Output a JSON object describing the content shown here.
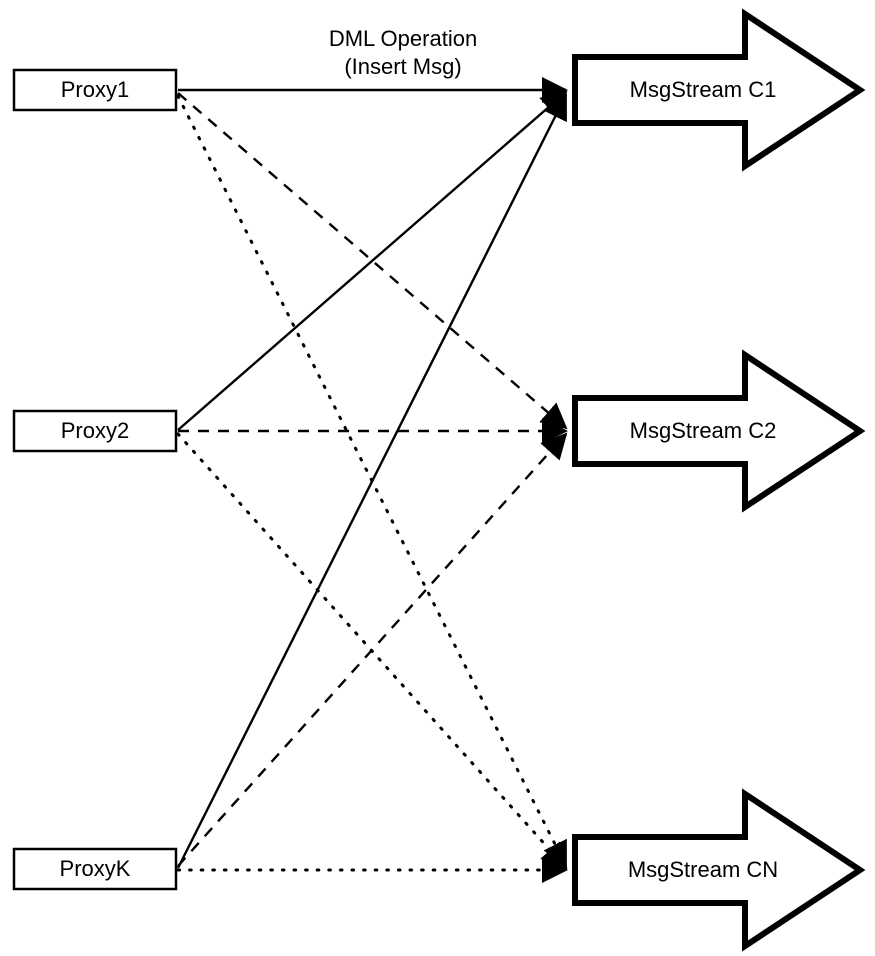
{
  "diagram": {
    "title": "Proxy to MsgStream routing diagram",
    "background_color": "#ffffff",
    "stroke_color": "#000000",
    "edge_label": {
      "line1": "DML Operation",
      "line2": "(Insert Msg)"
    },
    "proxies": [
      {
        "id": "proxy1",
        "label": "Proxy1"
      },
      {
        "id": "proxy2",
        "label": "Proxy2"
      },
      {
        "id": "proxyK",
        "label": "ProxyK"
      }
    ],
    "streams": [
      {
        "id": "c1",
        "label": "MsgStream C1",
        "line_style": "solid"
      },
      {
        "id": "c2",
        "label": "MsgStream C2",
        "line_style": "dashed"
      },
      {
        "id": "cn",
        "label": "MsgStream CN",
        "line_style": "dotted"
      }
    ],
    "connections": [
      {
        "from": "Proxy1",
        "to": "MsgStream C1",
        "style": "solid"
      },
      {
        "from": "Proxy1",
        "to": "MsgStream C2",
        "style": "dashed"
      },
      {
        "from": "Proxy1",
        "to": "MsgStream CN",
        "style": "dotted"
      },
      {
        "from": "Proxy2",
        "to": "MsgStream C1",
        "style": "solid"
      },
      {
        "from": "Proxy2",
        "to": "MsgStream C2",
        "style": "dashed"
      },
      {
        "from": "Proxy2",
        "to": "MsgStream CN",
        "style": "dotted"
      },
      {
        "from": "ProxyK",
        "to": "MsgStream C1",
        "style": "solid"
      },
      {
        "from": "ProxyK",
        "to": "MsgStream C2",
        "style": "dashed"
      },
      {
        "from": "ProxyK",
        "to": "MsgStream CN",
        "style": "dotted"
      }
    ]
  }
}
